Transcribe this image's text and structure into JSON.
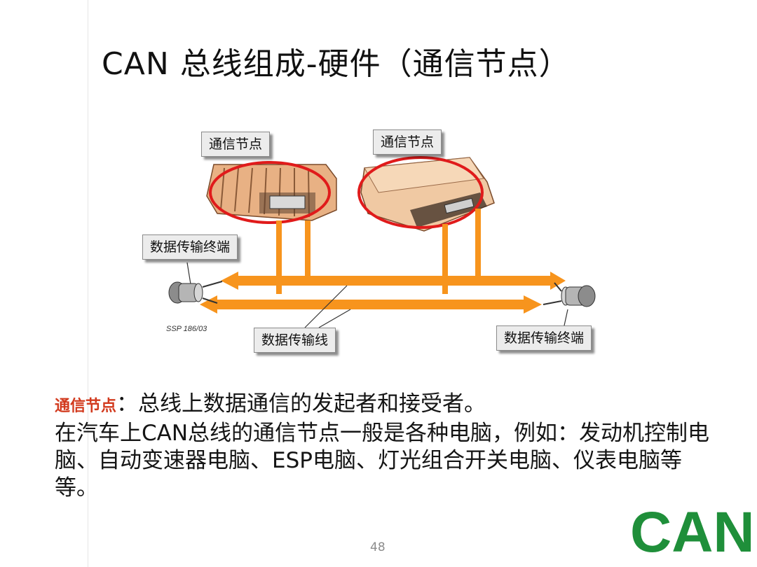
{
  "slide": {
    "title": "CAN 总线组成-硬件（通信节点）",
    "page_number": "48"
  },
  "diagram": {
    "callouts": {
      "node_left": "通信节点",
      "node_right": "通信节点",
      "terminal_left": "数据传输终端",
      "bus_line": "数据传输线",
      "terminal_right": "数据传输终端"
    },
    "image_label": "SSP 186/03",
    "colors": {
      "bus": "#f7941d",
      "highlight": "#e01b1b",
      "ecu": "#e8b184"
    }
  },
  "body": {
    "term": "通信节点",
    "colon": "：",
    "definition": "总线上数据通信的发起者和接受者。",
    "detail": "在汽车上CAN总线的通信节点一般是各种电脑，例如：发动机控制电脑、自动变速器电脑、ESP电脑、灯光组合开关电脑、仪表电脑等等。"
  },
  "logo": {
    "text": "CAN",
    "color": "#1f8f3a"
  }
}
